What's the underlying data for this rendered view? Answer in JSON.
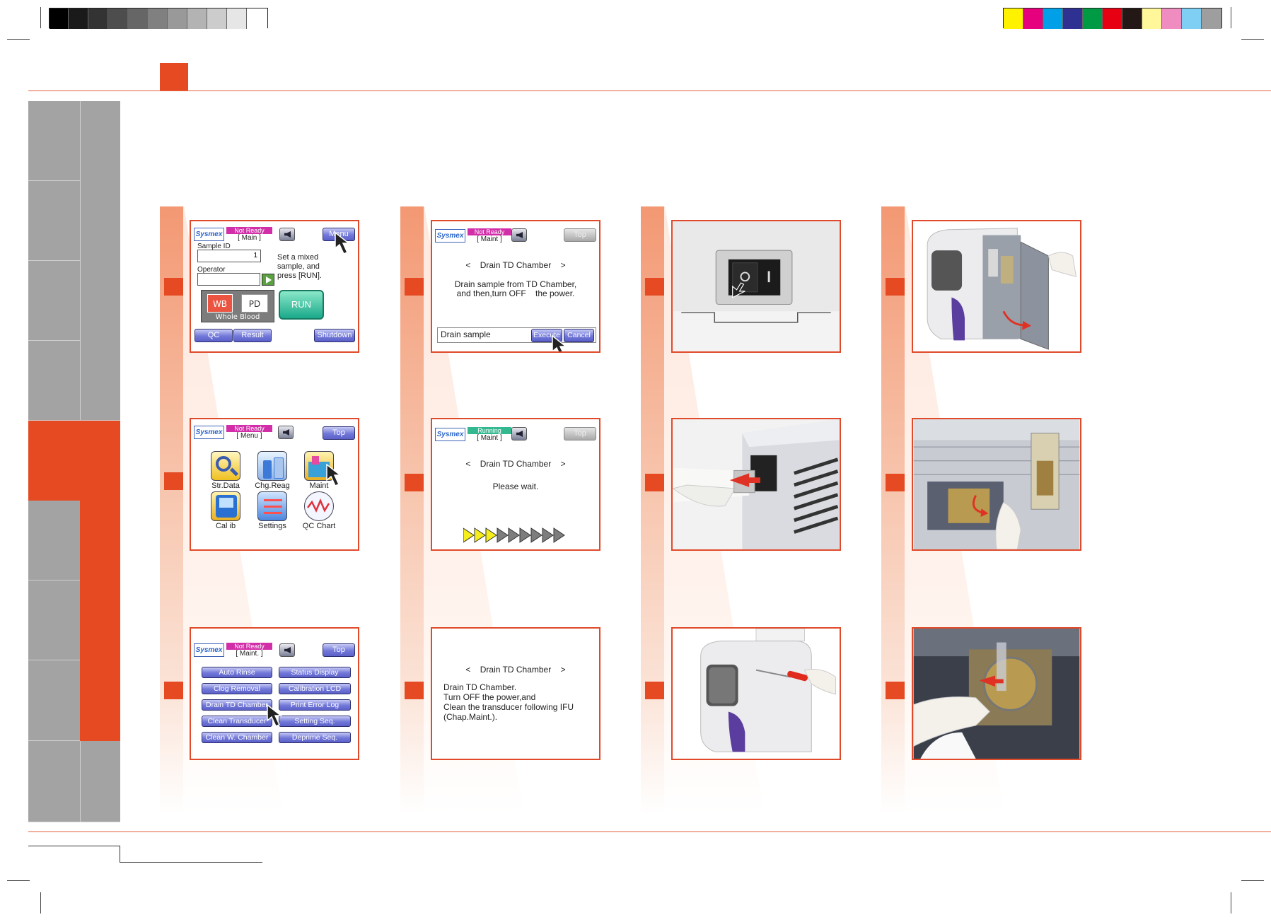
{
  "colors": {
    "accent": "#e54a22",
    "sidebar_gray": "#a3a3a3",
    "line": "#e8603e"
  },
  "left_column": {
    "step1": {
      "logo": "Sysmex",
      "status": "Not Ready",
      "screen": "[     Main     ]",
      "menu_button": "Menu",
      "sample_id_label": "Sample ID",
      "sample_id_value": "1",
      "operator_label": "Operator",
      "instruction": "Set a mixed sample, and press [RUN].",
      "instruction_l1": "Set a mixed",
      "instruction_l2": "sample, and",
      "instruction_l3": "press [RUN].",
      "mode_wb": "WB",
      "mode_pd": "PD",
      "mode_caption": "Whole Blood",
      "run_button": "RUN",
      "qc_button": "QC",
      "result_button": "Result",
      "shutdown_button": "Shutdown"
    },
    "step2": {
      "logo": "Sysmex",
      "status": "Not Ready",
      "screen": "[     Menu     ]",
      "top_button": "Top",
      "icons": [
        "Str.Data",
        "Chg.Reag",
        "Maint",
        "Cal ib",
        "Settings",
        "QC Chart"
      ]
    },
    "step3": {
      "logo": "Sysmex",
      "status": "Not Ready",
      "screen": "[    Maint.    ]",
      "top_button": "Top",
      "buttons": [
        "Auto Rinse",
        "Status Display",
        "Clog Removal",
        "Calibration LCD",
        "Drain TD Chamber",
        "Print Error Log",
        "Clean Transducer",
        "Setting Seq.",
        "Clean W. Chamber",
        "Deprime Seq."
      ]
    }
  },
  "second_column": {
    "step1": {
      "logo": "Sysmex",
      "status": "Not Ready",
      "screen": "[     Maint     ]",
      "top_button": "Top",
      "title": "<    Drain TD Chamber    >",
      "message_l1": "Drain sample from TD Chamber,",
      "message_l2": "and then,turn OFF    the power.",
      "field_label": "Drain sample",
      "execute_button": "Execute",
      "cancel_button": "Cancel"
    },
    "step2": {
      "logo": "Sysmex",
      "status": "Running",
      "screen": "[     Maint     ]",
      "top_button": "Top",
      "title": "<    Drain TD Chamber    >",
      "message": "Please wait.",
      "progress_done": 3,
      "progress_total": 9
    },
    "step3": {
      "title": "<    Drain TD Chamber    >",
      "lines": [
        "Drain TD Chamber.",
        "Turn OFF the power,and",
        "Clean the transducer following IFU",
        "(Chap.Maint.)."
      ]
    }
  }
}
